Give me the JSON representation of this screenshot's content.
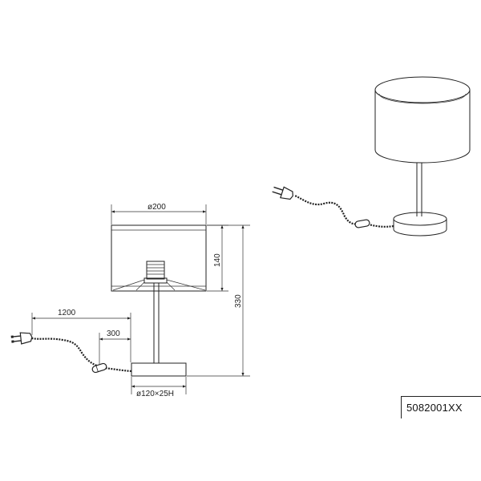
{
  "dimensions": {
    "shade_diameter": "ø200",
    "shade_height": "140",
    "total_height": "330",
    "cord_length": "1200",
    "switch_distance": "300",
    "base_size": "ø120×25H"
  },
  "product_code": "5082001XX"
}
